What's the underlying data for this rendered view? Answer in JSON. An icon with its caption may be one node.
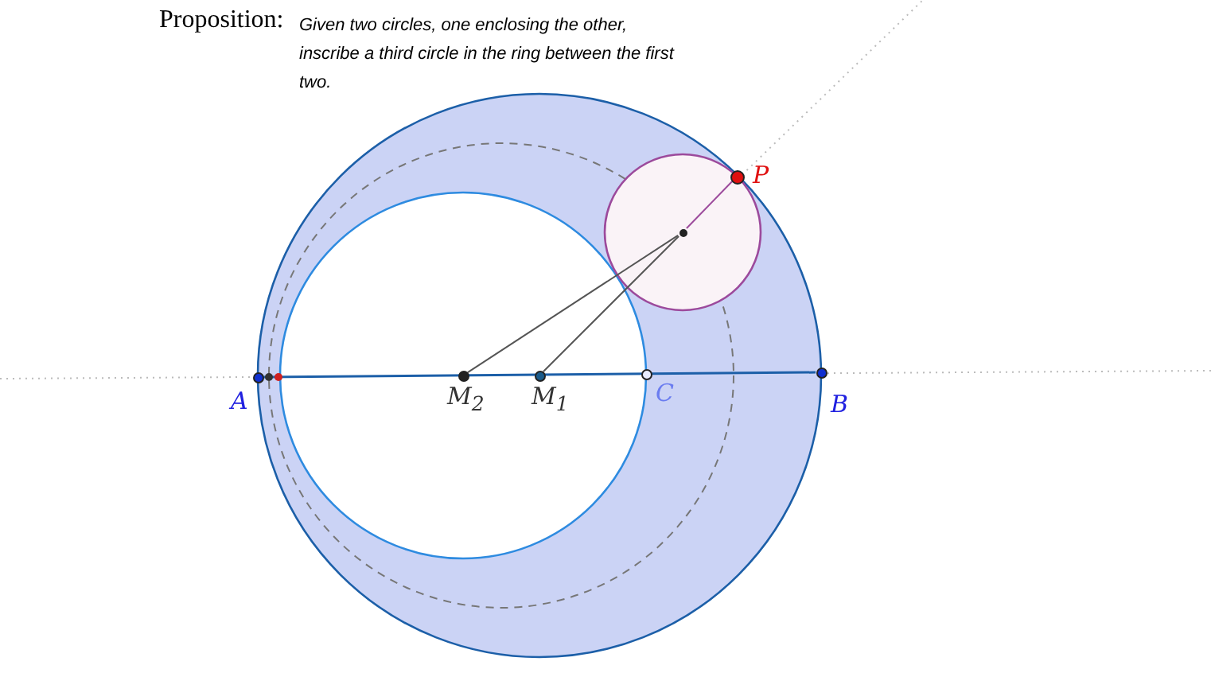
{
  "diagram": {
    "title": "Proposition:",
    "nodes": [
      {
        "text": [
          "A"
        ]
      },
      {
        "text": [
          "B"
        ]
      },
      {
        "text": [
          "C"
        ]
      },
      {
        "text": [
          "M$_{2}$"
        ]
      },
      {
        "text": [
          "M$_{1}$"
        ]
      },
      {
        "text": [
          "P"
        ]
      },
      {
        "text": [],
        "shape": "circle"
      }
    ],
    "edges": [
      {
        "from": 0,
        "to": 1,
        "arrow": "none",
        "color": "#1c5fa8"
      },
      {
        "from": 3,
        "to": 6,
        "arrow": "none"
      },
      {
        "from": 4,
        "to": 6,
        "arrow": "none"
      },
      {
        "from": 6,
        "to": 5,
        "arrow": "none",
        "color": "#9c4a9c"
      }
    ],
    "labels": [
      "Given two circles, one enclosing the other, inscribe a third circle in the ring between the first two."
    ]
  }
}
